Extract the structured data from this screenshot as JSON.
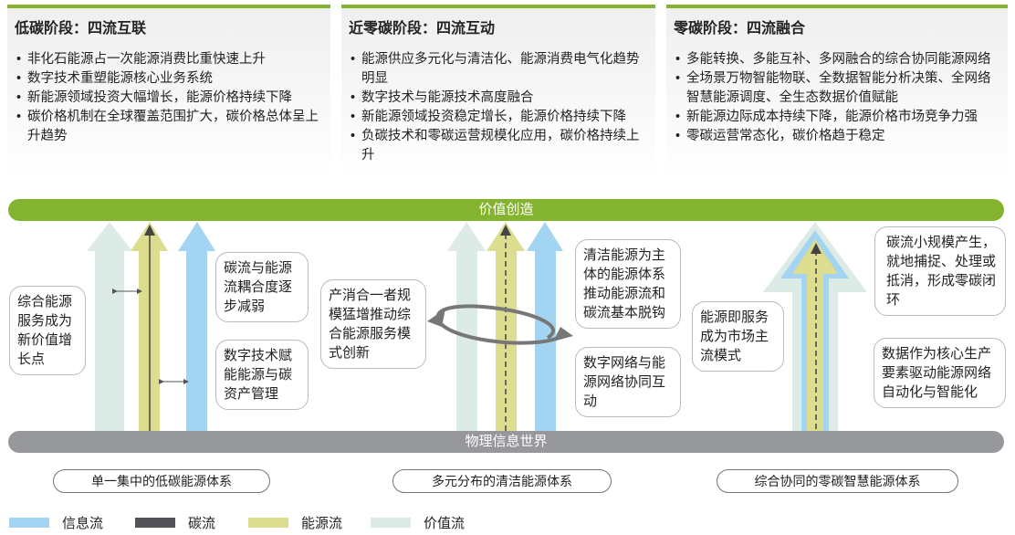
{
  "stages": [
    {
      "title": "低碳阶段：四流互联",
      "bullets": [
        "非化石能源占一次能源消费比重快速上升",
        "数字技术重塑能源核心业务系统",
        "新能源领域投资大幅增长，能源价格持续下降",
        "碳价格机制在全球覆盖范围扩大，碳价格总体呈上升趋势"
      ]
    },
    {
      "title": "近零碳阶段：四流互动",
      "bullets": [
        "能源供应多元化与清洁化、能源消费电气化趋势明显",
        "数字技术与能源技术高度融合",
        "新能源领域投资稳定增长，能源价格持续下降",
        "负碳技术和零碳运营规模化应用，碳价格持续上升"
      ]
    },
    {
      "title": "零碳阶段：四流融合",
      "bullets": [
        "多能转换、多能互补、多网融合的综合协同能源网络",
        "全场景万物智能物联、全数据智能分析决策、全网络智慧能源调度、全生态数据价值赋能",
        "新能源边际成本持续下降，能源价格市场竞争力强",
        "零碳运营常态化，碳价格趋于稳定"
      ]
    }
  ],
  "top_bar": "价值创造",
  "bottom_bar": "物理信息世界",
  "callouts": [
    "综合能源服务成为新价值增长点",
    "碳流与能源流耦合度逐步减弱",
    "数字技术赋能能源与碳资产管理",
    "产消合一者规模猛增推动综合能源服务模式创新",
    "清洁能源为主体的能源体系推动能源流和碳流基本脱钩",
    "数字网络与能源网络协同互动",
    "能源即服务成为市场主流模式",
    "碳流小规模产生，就地捕捉、处理或抵消，形成零碳闭环",
    "数据作为核心生产要素驱动能源网络自动化与智能化"
  ],
  "systems": [
    "单一集中的低碳能源体系",
    "多元分布的清洁能源体系",
    "综合协同的零碳智慧能源体系"
  ],
  "legend": [
    {
      "label": "信息流",
      "color": "#a3d5f2"
    },
    {
      "label": "碳流",
      "color": "#525258"
    },
    {
      "label": "能源流",
      "color": "#dcdd8e"
    },
    {
      "label": "价值流",
      "color": "#dcebe6"
    }
  ],
  "colors": {
    "green": "#84b42f",
    "gray": "#97989b"
  }
}
